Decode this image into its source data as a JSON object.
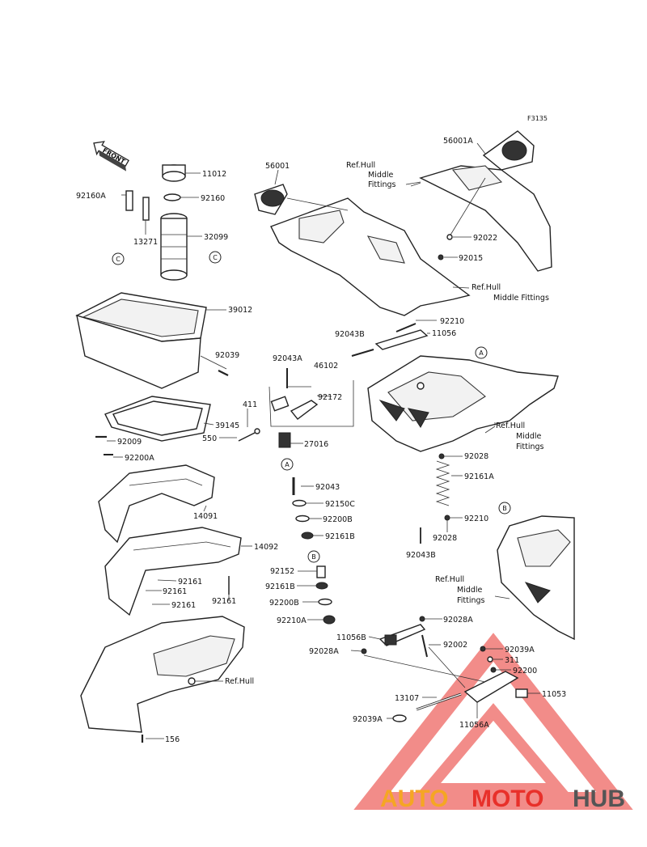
{
  "diagram_code": "F3135",
  "front_label": "FRONT",
  "labels": {
    "p11012": "11012",
    "p92160A": "92160A",
    "p92160": "92160",
    "p13271": "13271",
    "p32099": "32099",
    "p39012": "39012",
    "p92039": "92039",
    "p39145": "39145",
    "p92009": "92009",
    "p92200A": "92200A",
    "p14091": "14091",
    "p14092": "14092",
    "p92161a": "92161",
    "p92161b": "92161",
    "p92161c": "92161",
    "p92161d": "92161",
    "p156": "156",
    "p56001": "56001",
    "p56001A": "56001A",
    "p92022": "92022",
    "p92015": "92015",
    "p92210a": "92210",
    "p92043B_a": "92043B",
    "p11056": "11056",
    "p92043A": "92043A",
    "p46102": "46102",
    "p92172": "92172",
    "p411": "411",
    "p550": "550",
    "p27016": "27016",
    "p92043": "92043",
    "p92150C": "92150C",
    "p92200B_a": "92200B",
    "p92161B_a": "92161B",
    "p92152": "92152",
    "p92161B_b": "92161B",
    "p92200B_b": "92200B",
    "p92210A": "92210A",
    "p92028a": "92028",
    "p92161A": "92161A",
    "p92210b": "92210",
    "p92028b": "92028",
    "p92043B_b": "92043B",
    "p92028A_a": "92028A",
    "p11056B": "11056B",
    "p92002": "92002",
    "p92028A_b": "92028A",
    "p92039A_a": "92039A",
    "p311": "311",
    "p92200": "92200",
    "p11053": "11053",
    "p13107": "13107",
    "p92039A_b": "92039A",
    "p11056A": "11056A"
  },
  "ref_labels": {
    "top_left_l1": "Ref.Hull",
    "top_left_l2": "Middle",
    "top_left_l3": "Fittings",
    "top_right_l1": "Ref.Hull",
    "top_right_l2": "Middle Fittings",
    "mid_l1": "Ref.Hull",
    "mid_l2": "Middle",
    "mid_l3": "Fittings",
    "low_l1": "Ref.Hull",
    "low_l2": "Middle",
    "low_l3": "Fittings",
    "hull": "Ref.Hull"
  },
  "markers": {
    "c1": "C",
    "c2": "C",
    "a1": "A",
    "a2": "A",
    "b1": "B",
    "b2": "B"
  },
  "watermark": {
    "brand_part1": "AUTO",
    "brand_part2": "MOTO",
    "brand_part3": "HUB",
    "color_orange": "#f5a623",
    "color_red": "#e8302a",
    "color_gray": "#555555"
  }
}
